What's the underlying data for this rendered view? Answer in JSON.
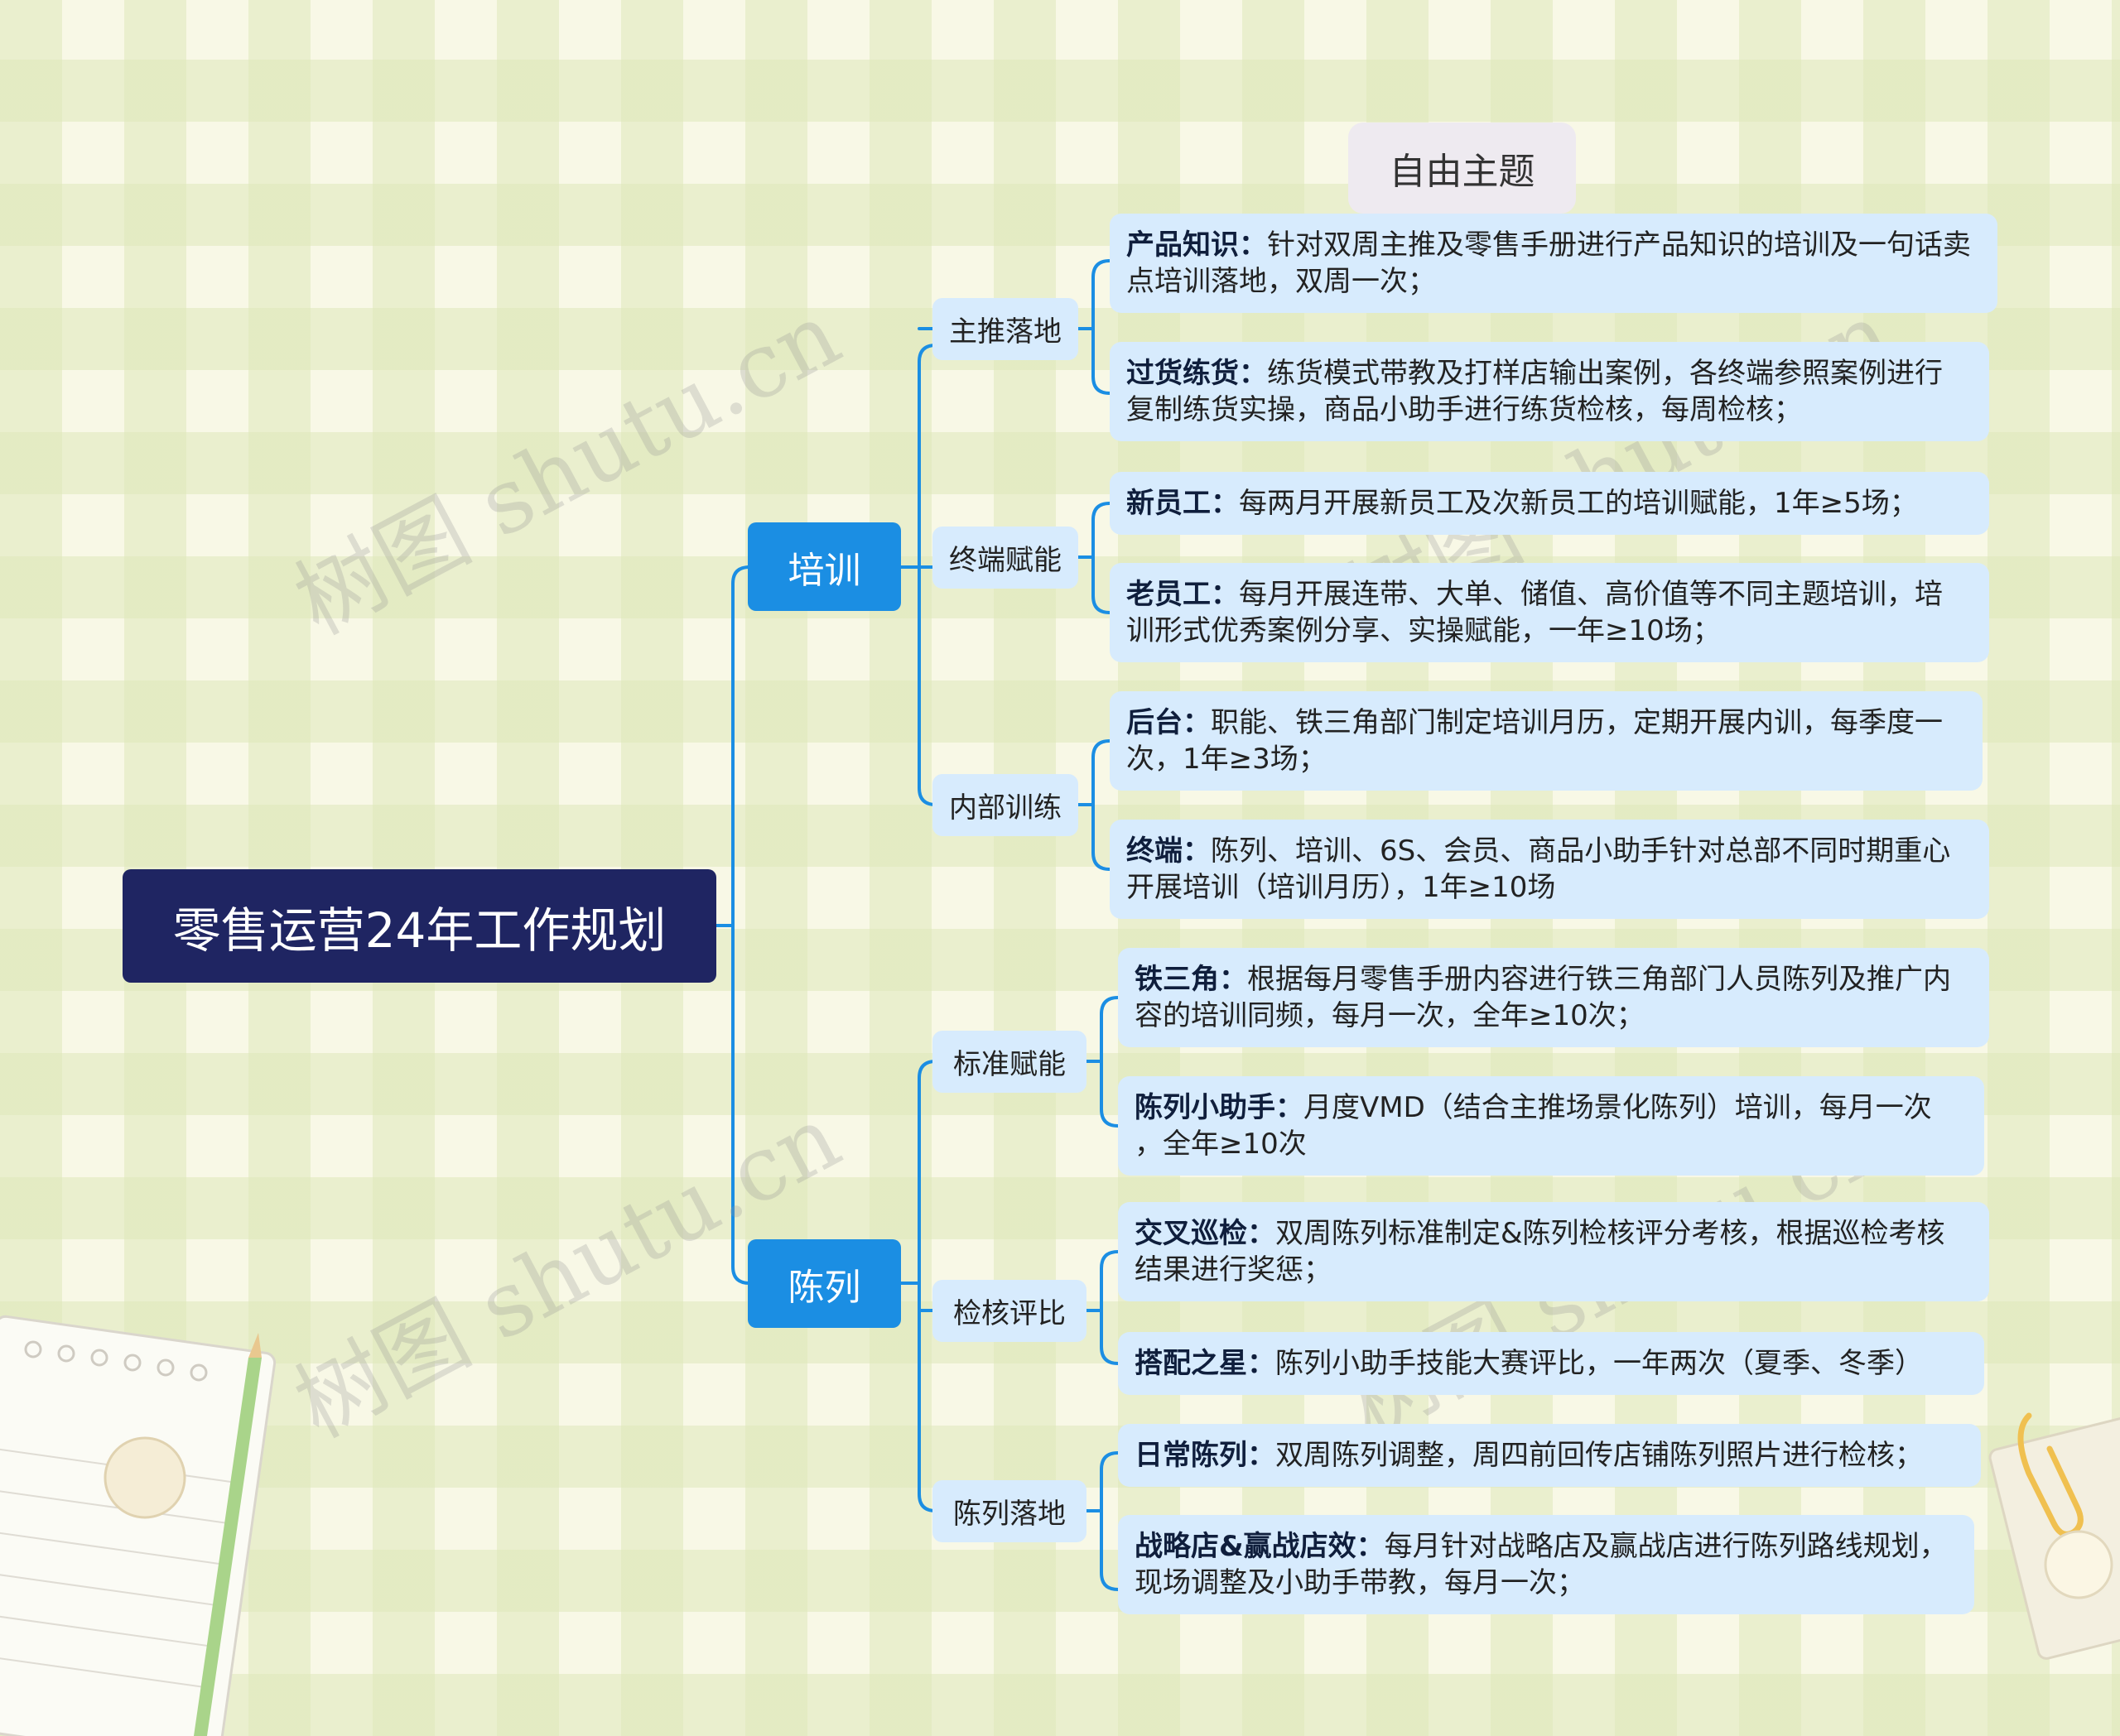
{
  "root": {
    "title": "零售运营24年工作规划"
  },
  "free_topic": "自由主题",
  "watermark": "树图 shutu.cn",
  "branches": [
    {
      "label": "培训",
      "children": [
        {
          "label": "主推落地",
          "leaves": [
            {
              "bold": "产品知识：",
              "line1": "针对双周主推及零售手册进行产品知识的培训及一句话卖",
              "line2": "点培训落地，双周一次；"
            },
            {
              "bold": "过货练货：",
              "line1": "练货模式带教及打样店输出案例，各终端参照案例进行",
              "line2": "复制练货实操，商品小助手进行练货检核，每周检核；"
            }
          ]
        },
        {
          "label": "终端赋能",
          "leaves": [
            {
              "bold": "新员工：",
              "line1": "每两月开展新员工及次新员工的培训赋能，1年≥5场；",
              "line2": ""
            },
            {
              "bold": "老员工：",
              "line1": "每月开展连带、大单、储值、高价值等不同主题培训，培",
              "line2": "训形式优秀案例分享、实操赋能，一年≥10场；"
            }
          ]
        },
        {
          "label": "内部训练",
          "leaves": [
            {
              "bold": "后台：",
              "line1": "职能、铁三角部门制定培训月历，定期开展内训，每季度一",
              "line2": "次，1年≥3场；"
            },
            {
              "bold": "终端：",
              "line1": "陈列、培训、6S、会员、商品小助手针对总部不同时期重心",
              "line2": "开展培训（培训月历），1年≥10场"
            }
          ]
        }
      ]
    },
    {
      "label": "陈列",
      "children": [
        {
          "label": "标准赋能",
          "leaves": [
            {
              "bold": "铁三角：",
              "line1": "根据每月零售手册内容进行铁三角部门人员陈列及推广内",
              "line2": "容的培训同频，每月一次，全年≥10次；"
            },
            {
              "bold": "陈列小助手：",
              "line1": "月度VMD（结合主推场景化陈列）培训，每月一次",
              "line2": "，全年≥10次"
            }
          ]
        },
        {
          "label": "检核评比",
          "leaves": [
            {
              "bold": "交叉巡检：",
              "line1": "双周陈列标准制定&陈列检核评分考核，根据巡检考核",
              "line2": "结果进行奖惩；"
            },
            {
              "bold": "搭配之星：",
              "line1": "陈列小助手技能大赛评比，一年两次（夏季、冬季）",
              "line2": ""
            }
          ]
        },
        {
          "label": "陈列落地",
          "leaves": [
            {
              "bold": "日常陈列：",
              "line1": "双周陈列调整，周四前回传店铺陈列照片进行检核；",
              "line2": ""
            },
            {
              "bold": "战略店&赢战店效：",
              "line1": "每月针对战略店及赢战店进行陈列路线规划，",
              "line2": "现场调整及小助手带教，每月一次；"
            }
          ]
        }
      ]
    }
  ],
  "colors": {
    "root_bg": "#1f2562",
    "branch_bg": "#1b8ee3",
    "node_bg": "#d7ebfd",
    "connector": "#1b8ee3",
    "free_topic_bg": "#eeeaf0"
  }
}
